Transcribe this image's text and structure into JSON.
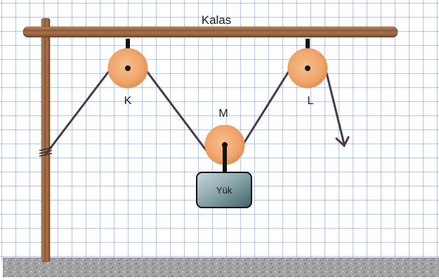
{
  "beam": {
    "label": "Kalas"
  },
  "pulleys": [
    {
      "id": "K",
      "label": "K"
    },
    {
      "id": "M",
      "label": "M"
    },
    {
      "id": "L",
      "label": "L"
    }
  ],
  "load": {
    "label": "Yük"
  },
  "colors": {
    "grid_line": "#6f8fc6",
    "grid_bg": "#ffffff",
    "wood": "#8a5a3a",
    "wood_light": "#b9835a",
    "pulley": "#f0a46a",
    "pulley_shade": "#d9844a",
    "rope": "#4a3a44",
    "load_dark": "#4d7078",
    "load_light": "#b8cdd2",
    "ground": "#9a9a9a"
  }
}
